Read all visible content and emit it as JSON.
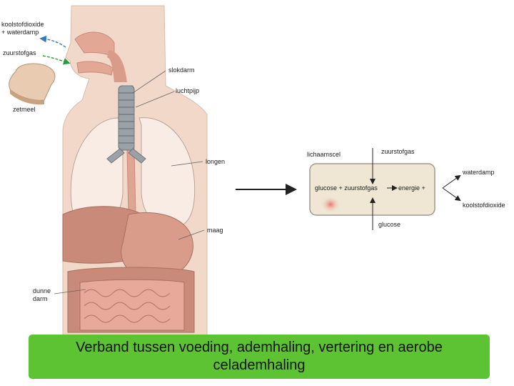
{
  "labels": {
    "co2_water": [
      "koolstofdioxide",
      "+ waterdamp"
    ],
    "oxygen": "zuurstofgas",
    "starch": "zetmeel",
    "esophagus": "slokdarm",
    "trachea": "luchtpijp",
    "lungs": "longen",
    "stomach": "maag",
    "small_intestine": [
      "dunne",
      "darm"
    ]
  },
  "cell": {
    "title": "lichaamscel",
    "top_input": "zuurstofgas",
    "bottom_input": "glucose",
    "equation_left": "glucose + zuurstofgas",
    "equation_right": "energie +",
    "output_1": "waterdamp",
    "output_2": "koolstofdioxide"
  },
  "caption": "Verband tussen voeding, ademhaling, vertering en aerobe celademhaling",
  "colors": {
    "caption_bg": "#5dc332",
    "skin": "#f2d8c8",
    "lung": "#f9ece4",
    "stomach": "#c98a7a",
    "cell_fill": "#efe6d4",
    "co2_arrow": "#3a78b8",
    "o2_arrow": "#2f9a3c"
  }
}
